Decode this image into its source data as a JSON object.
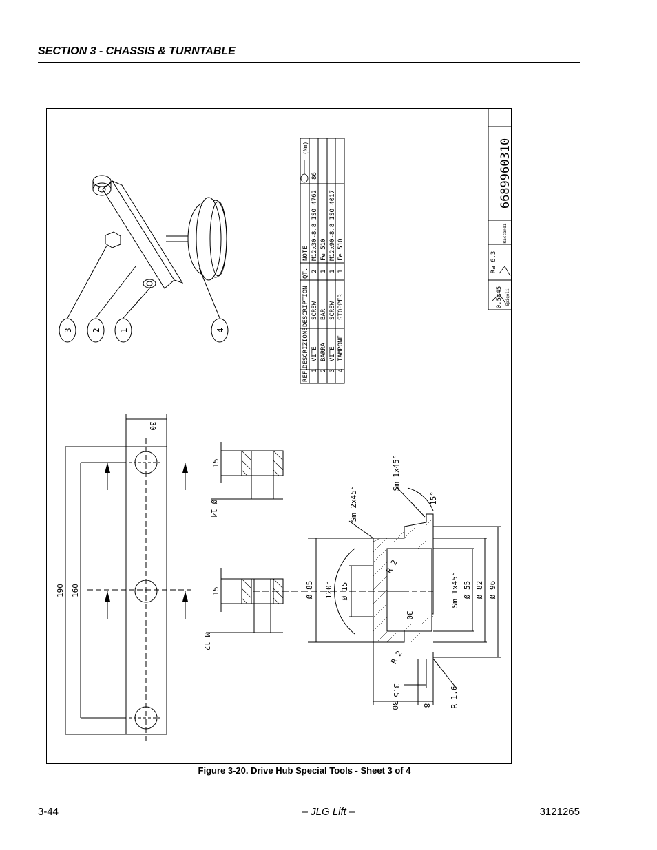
{
  "header": {
    "section_title": "SECTION 3 - CHASSIS & TURNTABLE"
  },
  "figure": {
    "caption": "Figure 3-20.  Drive Hub Special Tools - Sheet 3 of 4"
  },
  "footer": {
    "page_number": "3-44",
    "center": "– JLG Lift –",
    "doc_number": "3121265"
  },
  "drawing": {
    "title_block": {
      "drawing_number": "6689960310",
      "finish_values": [
        "0.5x45",
        "Ra 6.3"
      ],
      "finish_labels": [
        "Spigoli",
        "Raccordi"
      ]
    },
    "callouts": [
      "1",
      "2",
      "3",
      "4"
    ],
    "bom": {
      "headers": [
        "REF.",
        "DESCRIZIONE",
        "DESCRIPTION",
        "QT.",
        "NOTE"
      ],
      "rows": [
        [
          "1",
          "VITE",
          "SCREW",
          "2",
          "M12x30-8.8 ISO 4762"
        ],
        [
          "2",
          "BARRA",
          "BAR",
          "1",
          "Fe 510"
        ],
        [
          "3",
          "VITE",
          "SCREW",
          "1",
          "M12x90-8.8 ISO 4017"
        ],
        [
          "4",
          "TAMPONE",
          "STOPPER",
          "1",
          "Fe 510"
        ]
      ],
      "extra_col_header": "(Nm)",
      "extra_col_value": "86"
    },
    "bar_dims": {
      "length_total": "190",
      "hole_span": "160",
      "width": "30",
      "thickness_1": "15",
      "thickness_2": "15",
      "bore_1": "Ø 14",
      "bore_2": "M 12"
    },
    "stopper_dims": {
      "dia_85": "Ø 85",
      "angle_120": "120°",
      "dia_15": "Ø 15",
      "dia_55": "Ø 55",
      "dia_82": "Ø 82",
      "dia_96": "Ø 96",
      "len_30_inner": "30",
      "len_30": "30",
      "len_8": "8",
      "len_3_5": "3.5",
      "r2_a": "R 2",
      "r2_b": "R 2",
      "r1_6": "R 1.6",
      "angle_15": "15°",
      "chamfer_1": "Sm 1x45°",
      "chamfer_2": "Sm 2x45°",
      "chamfer_3": "Sm 1x45°"
    }
  }
}
